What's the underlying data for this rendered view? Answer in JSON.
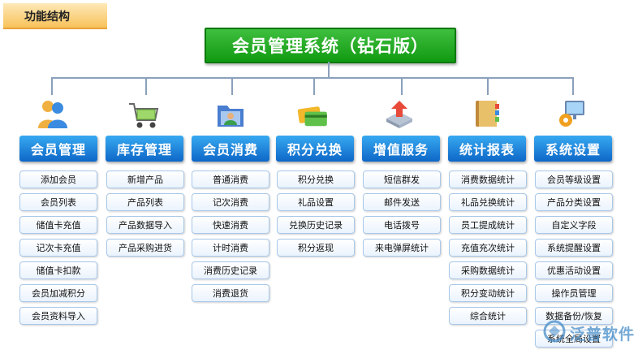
{
  "header": {
    "title": "功能结构"
  },
  "root": {
    "label": "会员管理系统（钻石版）"
  },
  "colors": {
    "root_bg": "#129a12",
    "category_bg": "#0e67c7",
    "connector": "#8aa0bc"
  },
  "columns": [
    {
      "label": "会员管理",
      "icon": "users-icon",
      "items": [
        "添加会员",
        "会员列表",
        "储值卡充值",
        "记次卡充值",
        "储值卡扣款",
        "会员加减积分",
        "会员资料导入"
      ]
    },
    {
      "label": "库存管理",
      "icon": "shopping-cart-icon",
      "items": [
        "新增产品",
        "产品列表",
        "产品数据导入",
        "产品采购进货"
      ]
    },
    {
      "label": "会员消费",
      "icon": "folder-user-icon",
      "items": [
        "普通消费",
        "记次消费",
        "快速消费",
        "计时消费",
        "消费历史记录",
        "消费退货"
      ]
    },
    {
      "label": "积分兑换",
      "icon": "cards-icon",
      "items": [
        "积分兑换",
        "礼品设置",
        "兑换历史记录",
        "积分返现"
      ]
    },
    {
      "label": "增值服务",
      "icon": "upload-box-icon",
      "items": [
        "短信群发",
        "邮件发送",
        "电话拨号",
        "来电弹屏统计"
      ]
    },
    {
      "label": "统计报表",
      "icon": "notebook-icon",
      "items": [
        "消费数据统计",
        "礼品兑换统计",
        "员工提成统计",
        "充值充次统计",
        "采购数据统计",
        "积分变动统计",
        "综合统计"
      ]
    },
    {
      "label": "系统设置",
      "icon": "monitor-gear-icon",
      "items": [
        "会员等级设置",
        "产品分类设置",
        "自定义字段",
        "系统提醒设置",
        "优惠活动设置",
        "操作员管理",
        "数据备份/恢复",
        "系统全局设置"
      ]
    }
  ],
  "watermark": {
    "text": "泛普软件",
    "icon": "logo-icon"
  }
}
